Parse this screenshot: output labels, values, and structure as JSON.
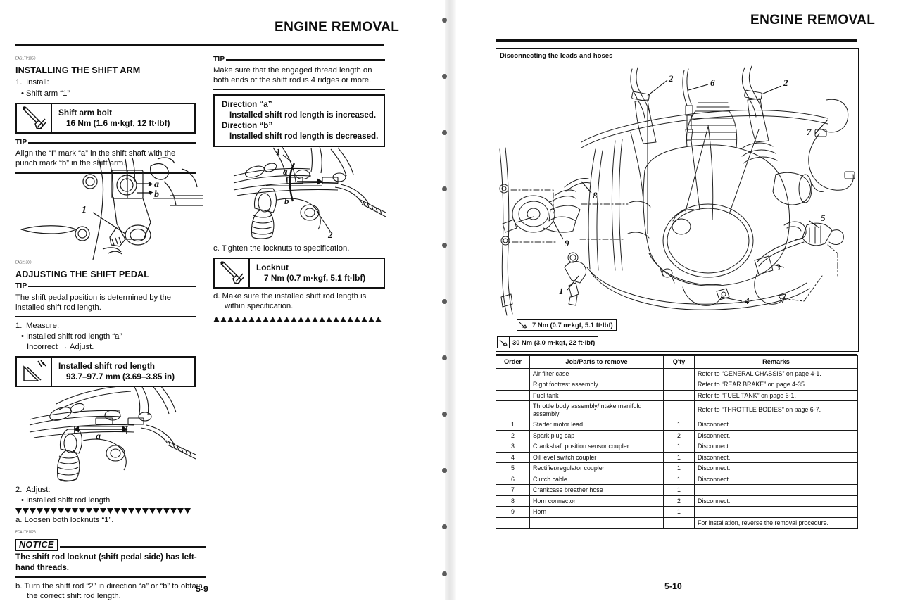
{
  "document": {
    "left_page": {
      "running_head": "ENGINE REMOVAL",
      "page_number": "5-9"
    },
    "right_page": {
      "running_head": "ENGINE REMOVAL",
      "page_number": "5-10"
    }
  },
  "left_column": {
    "ref_code_1": "EAS1TP1050",
    "heading_1": "INSTALLING THE SHIFT ARM",
    "step_1_num": "1.",
    "step_1_text": "Install:",
    "step_1_bullet": "Shift arm “1”",
    "spec_1": {
      "icon": "torque-wrench-icon",
      "title": "Shift arm bolt",
      "value": "16 Nm (1.6 m·kgf, 12 ft·lbf)"
    },
    "tip_label_1": "TIP",
    "tip_text_1": "Align the “I” mark “a” in the shift shaft with the punch mark “b” in the shift arm.",
    "figure_1": {
      "name": "shift-arm-illustration",
      "callouts": [
        "1",
        "a",
        "b"
      ]
    },
    "ref_code_2": "EAS21380",
    "heading_2": "ADJUSTING THE SHIFT PEDAL",
    "tip_label_2": "TIP",
    "tip_text_2": "The shift pedal position is determined by the installed shift rod length.",
    "step_2_num": "1.",
    "step_2_text": "Measure:",
    "step_2_bullet": "Installed shift rod length “a”",
    "step_2_sub": "Incorrect → Adjust.",
    "spec_2": {
      "icon": "measuring-tool-icon",
      "title": "Installed shift rod length",
      "value": "93.7–97.7 mm (3.69–3.85 in)"
    },
    "figure_2": {
      "name": "shift-rod-length-illustration",
      "callouts": [
        "a"
      ]
    },
    "step_3_num": "2.",
    "step_3_text": "Adjust:",
    "step_3_bullet": "Installed shift rod length",
    "item_a": "a.  Loosen both locknuts “1”.",
    "ref_code_3": "ECA1TP1026",
    "notice_label": "NOTICE",
    "notice_text": "The shift rod locknut (shift pedal side) has left-hand threads.",
    "item_b": "b.  Turn the shift rod “2” in direction “a” or “b” to obtain the correct shift rod length."
  },
  "middle_column": {
    "tip_label": "TIP",
    "tip_text": "Make sure that the engaged thread length on both ends of the shift rod is 4 ridges or more.",
    "direction_box": {
      "line_1": "Direction “a”",
      "line_2": "Installed shift rod length is increased.",
      "line_3": "Direction “b”",
      "line_4": "Installed shift rod length is decreased."
    },
    "figure": {
      "name": "shift-rod-direction-illustration",
      "callouts": [
        "1",
        "a",
        "b",
        "2"
      ]
    },
    "item_c": "c.  Tighten the locknuts to specification.",
    "spec": {
      "icon": "torque-wrench-icon",
      "title": "Locknut",
      "value": "7 Nm (0.7 m·kgf, 5.1 ft·lbf)"
    },
    "item_d": "d.  Make sure the installed shift rod length is within specification."
  },
  "right_page": {
    "frame_caption": "Disconnecting the leads and hoses",
    "figure": {
      "name": "engine-leads-hoses-exploded-view",
      "callouts": [
        "2",
        "6",
        "2",
        "7",
        "8",
        "9",
        "1",
        "3",
        "4",
        "5"
      ]
    },
    "torque_1": {
      "icon": "torque-wrench-icon",
      "text": "7 Nm (0.7 m·kgf, 5.1 ft·lbf)"
    },
    "torque_2": {
      "icon": "torque-wrench-icon",
      "text": "30 Nm (3.0 m·kgf, 22 ft·lbf)"
    },
    "table": {
      "headers": [
        "Order",
        "Job/Parts to remove",
        "Q'ty",
        "Remarks"
      ],
      "rows": [
        {
          "order": "",
          "job": "Air filter case",
          "qty": "",
          "remarks": "Refer to “GENERAL CHASSIS” on page 4-1."
        },
        {
          "order": "",
          "job": "Right footrest assembly",
          "qty": "",
          "remarks": "Refer to “REAR BRAKE” on page 4-35."
        },
        {
          "order": "",
          "job": "Fuel tank",
          "qty": "",
          "remarks": "Refer to “FUEL TANK” on page 6-1."
        },
        {
          "order": "",
          "job": "Throttle body assembly/Intake manifold assembly",
          "qty": "",
          "remarks": "Refer to “THROTTLE BODIES” on page 6-7."
        },
        {
          "order": "1",
          "job": "Starter motor lead",
          "qty": "1",
          "remarks": "Disconnect."
        },
        {
          "order": "2",
          "job": "Spark plug cap",
          "qty": "2",
          "remarks": "Disconnect."
        },
        {
          "order": "3",
          "job": "Crankshaft position sensor coupler",
          "qty": "1",
          "remarks": "Disconnect."
        },
        {
          "order": "4",
          "job": "Oil level switch coupler",
          "qty": "1",
          "remarks": "Disconnect."
        },
        {
          "order": "5",
          "job": "Rectifier/regulator coupler",
          "qty": "1",
          "remarks": "Disconnect."
        },
        {
          "order": "6",
          "job": "Clutch cable",
          "qty": "1",
          "remarks": "Disconnect."
        },
        {
          "order": "7",
          "job": "Crankcase breather hose",
          "qty": "1",
          "remarks": ""
        },
        {
          "order": "8",
          "job": "Horn connector",
          "qty": "2",
          "remarks": "Disconnect."
        },
        {
          "order": "9",
          "job": "Horn",
          "qty": "1",
          "remarks": ""
        },
        {
          "order": "",
          "job": "",
          "qty": "",
          "remarks": "For installation, reverse the removal procedure."
        }
      ]
    }
  }
}
